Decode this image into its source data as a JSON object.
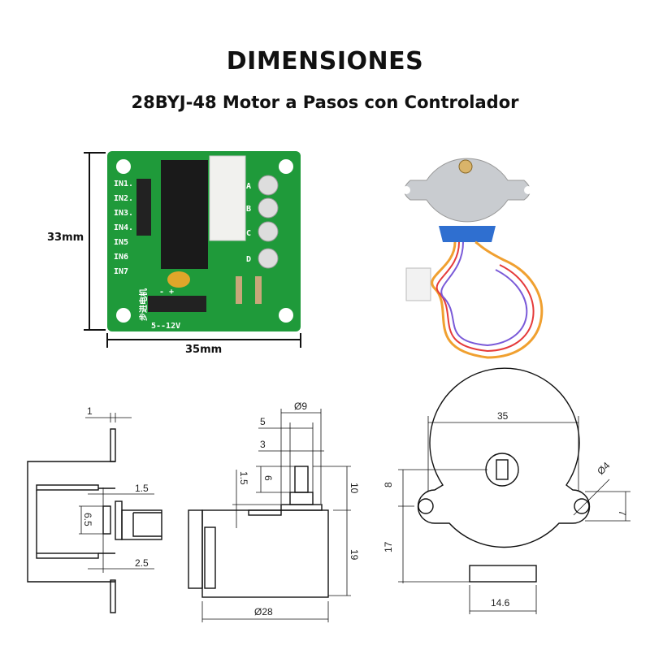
{
  "header": {
    "title": "DIMENSIONES",
    "subtitle": "28BYJ-48 Motor a Pasos con Controlador"
  },
  "board": {
    "height_label": "33mm",
    "width_label": "35mm",
    "inputs": [
      "IN1.",
      "IN2.",
      "IN3.",
      "IN4.",
      "IN5",
      "IN6",
      "IN7"
    ],
    "leds": [
      "A",
      "B",
      "C",
      "D"
    ],
    "power_label": "5--12V",
    "polarity": "-  +",
    "chinese_label": "步进电机"
  },
  "side_view": {
    "dims": [
      "1",
      "1.5",
      "6.5",
      "2.5"
    ]
  },
  "profile_view": {
    "dims": [
      "Ø9",
      "5",
      "3",
      "1.5",
      "6",
      "10",
      "19",
      "Ø28"
    ]
  },
  "front_view": {
    "dims": [
      "35",
      "Ø4",
      "8",
      "7",
      "17",
      "14.6"
    ]
  },
  "colors": {
    "pcb": "#1f9a3a",
    "motor_body": "#c9ccd0",
    "motor_cap": "#2f6fd0"
  }
}
